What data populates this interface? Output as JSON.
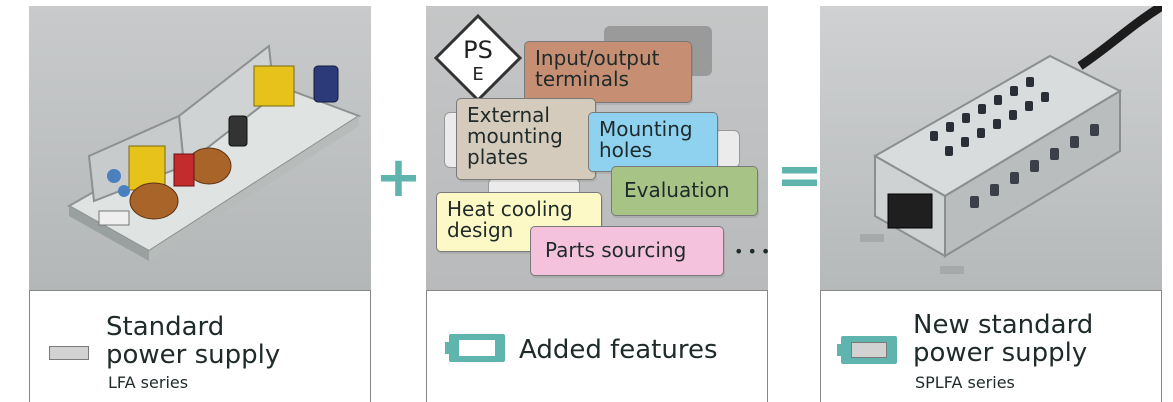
{
  "colors": {
    "accent": "#5fb5ad",
    "gray_battery": "#d2d2d2"
  },
  "operators": {
    "plus": "+",
    "equals": "="
  },
  "left": {
    "title_line1": "Standard",
    "title_line2": "power supply",
    "subtitle": "LFA series",
    "icon": "gray-battery-icon"
  },
  "middle": {
    "caption": "Added features",
    "icon": "teal-battery-icon",
    "pse_mark": {
      "top": "PS",
      "bottom": "E"
    },
    "tags": [
      {
        "key": "io",
        "line1": "Input/output",
        "line2": "terminals",
        "color": "#c68f74"
      },
      {
        "key": "plates",
        "line1": "External",
        "line2": "mounting",
        "line3": "plates",
        "color": "#d5cbbc"
      },
      {
        "key": "holes",
        "line1": "Mounting",
        "line2": "holes",
        "color": "#8fd2f0"
      },
      {
        "key": "eval",
        "line1": "Evaluation",
        "color": "#a8c386"
      },
      {
        "key": "heat",
        "line1": "Heat cooling",
        "line2": "design",
        "color": "#fdf9c6"
      },
      {
        "key": "parts",
        "line1": "Parts sourcing",
        "color": "#f4c2dd"
      }
    ],
    "ellipsis": "••••"
  },
  "right": {
    "title_line1": "New standard",
    "title_line2": "power supply",
    "subtitle": "SPLFA series",
    "icon": "teal-gray-battery-icon"
  }
}
